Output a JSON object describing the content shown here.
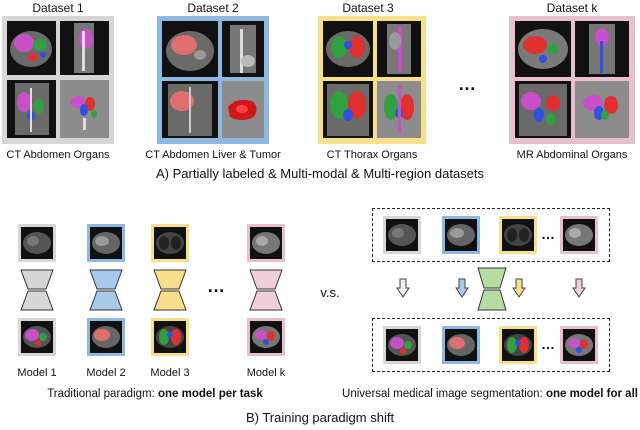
{
  "colors": {
    "dataset1": "#d6d6d6",
    "dataset2": "#8fb8e0",
    "dataset3": "#f7df8c",
    "datasetk": "#e7bfcf",
    "organ_magenta": "#c850c8",
    "organ_red": "#e03030",
    "organ_green": "#30a040",
    "organ_blue": "#3050e0"
  },
  "section_a": {
    "datasets": [
      {
        "title": "Dataset 1",
        "caption": "CT  Abdomen  Organs"
      },
      {
        "title": "Dataset 2",
        "caption": "CT  Abdomen  Liver & Tumor"
      },
      {
        "title": "Dataset 3",
        "caption": "CT  Thorax  Organs"
      },
      {
        "title": "Dataset k",
        "caption": "MR  Abdominal  Organs"
      }
    ],
    "ellipsis": "…",
    "title": "A) Partially labeled & Multi-modal & Multi-region datasets"
  },
  "section_b": {
    "models": [
      {
        "label": "Model 1"
      },
      {
        "label": "Model 2"
      },
      {
        "label": "Model 3"
      },
      {
        "label": "Model k"
      }
    ],
    "ellipsis": "…",
    "vs": "v.s.",
    "traditional_prefix": "Traditional paradigm: ",
    "traditional_bold": "one model per task",
    "universal_prefix": "Universal medical image segmentation: ",
    "universal_bold": "one model for all",
    "right_ellipsis_top": "…",
    "right_ellipsis_bottom": "…",
    "title": "B) Training paradigm shift"
  }
}
